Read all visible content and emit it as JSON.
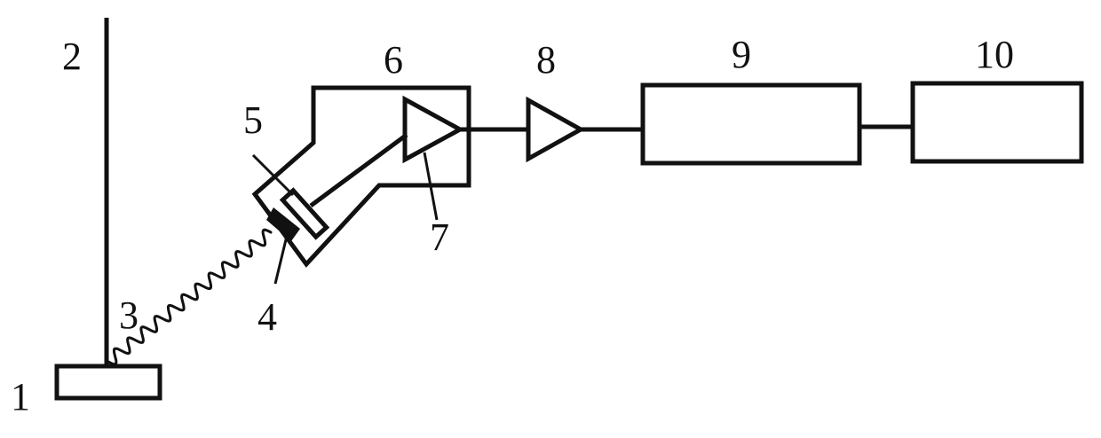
{
  "labels": {
    "l1": "1",
    "l2": "2",
    "l3": "3",
    "l4": "4",
    "l5": "5",
    "l6": "6",
    "l7": "7",
    "l8": "8",
    "l9": "9",
    "l10": "10"
  },
  "colors": {
    "ink": "#111111",
    "background": "#ffffff"
  }
}
